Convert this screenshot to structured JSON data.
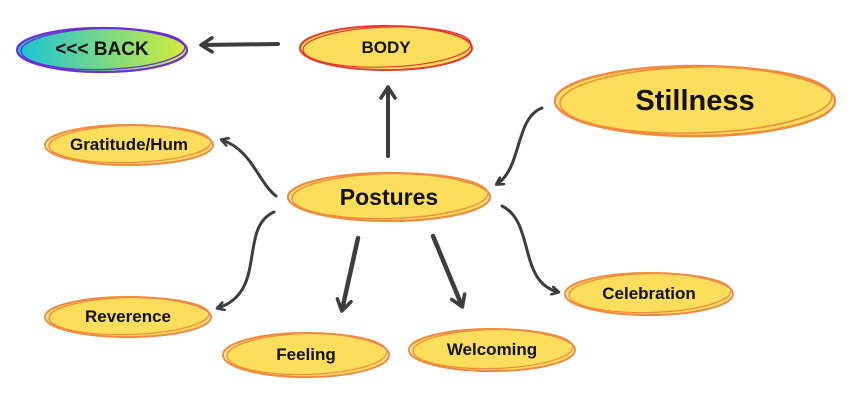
{
  "back_button": {
    "label": "<<< BACK"
  },
  "nodes": {
    "body": "BODY",
    "stillness": "Stillness",
    "postures": "Postures",
    "gratitude": "Gratitude/Hum",
    "reverence": "Reverence",
    "feeling": "Feeling",
    "welcoming": "Welcoming",
    "celebration": "Celebration"
  },
  "colors": {
    "fill": "#fddd5c",
    "outline_orange": "#f08a3c",
    "outline_red": "#e63a2e",
    "arrow": "#3d3d3d",
    "back_gradient_start": "#19c3d8",
    "back_gradient_end": "#d4ec3a",
    "back_outline": "#6b2fd4"
  }
}
